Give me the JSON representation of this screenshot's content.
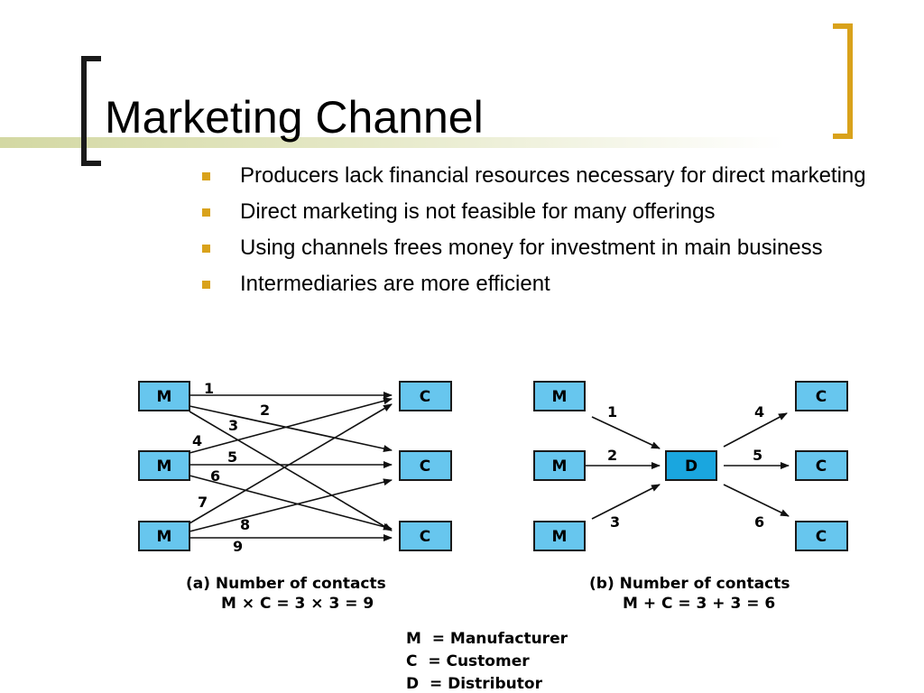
{
  "slide": {
    "title": "Marketing Channel",
    "bullets": [
      "Producers lack financial resources necessary for direct marketing",
      "Direct marketing is not feasible for many offerings",
      "Using channels frees money for investment in main business",
      "Intermediaries are more efficient"
    ],
    "accent_color": "#d9a21b"
  },
  "diagram": {
    "node_labels": {
      "manufacturer": "M",
      "customer": "C",
      "distributor": "D"
    },
    "panel_a": {
      "contact_numbers": [
        "1",
        "2",
        "3",
        "4",
        "5",
        "6",
        "7",
        "8",
        "9"
      ],
      "caption_line1": "(a) Number of contacts",
      "caption_line2": "M × C = 3 × 3 = 9"
    },
    "panel_b": {
      "contact_numbers": [
        "1",
        "2",
        "3",
        "4",
        "5",
        "6"
      ],
      "caption_line1": "(b) Number of contacts",
      "caption_line2": "M + C = 3 + 3 = 6"
    },
    "legend": [
      "M  = Manufacturer",
      "C  = Customer",
      "D  = Distributor"
    ],
    "box_color": "#67c6ee",
    "distributor_color": "#1aa6df"
  }
}
